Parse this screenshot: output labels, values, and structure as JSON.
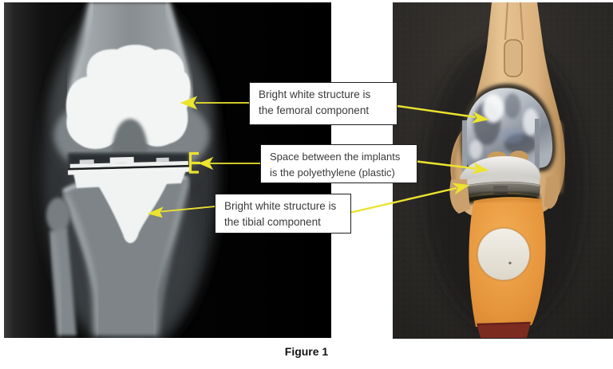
{
  "figure": {
    "caption": "Figure 1"
  },
  "panels": {
    "xray": {
      "label": "knee-xray-radiograph"
    },
    "model": {
      "label": "knee-implant-model-photo"
    }
  },
  "annotations": [
    {
      "line1": "Bright white structure is",
      "line2": "the femoral component"
    },
    {
      "line1": "Space between the implants",
      "line2": "is the polyethylene (plastic)"
    },
    {
      "line1": "Bright white structure is",
      "line2": "the tibial component"
    }
  ],
  "colors": {
    "arrow": "#ece42e",
    "box_border": "#1f1f1f",
    "box_background": "#ffffff",
    "label_text": "#3a3a3a",
    "xray_background": "#050505",
    "photo_background": "#2b2927"
  }
}
